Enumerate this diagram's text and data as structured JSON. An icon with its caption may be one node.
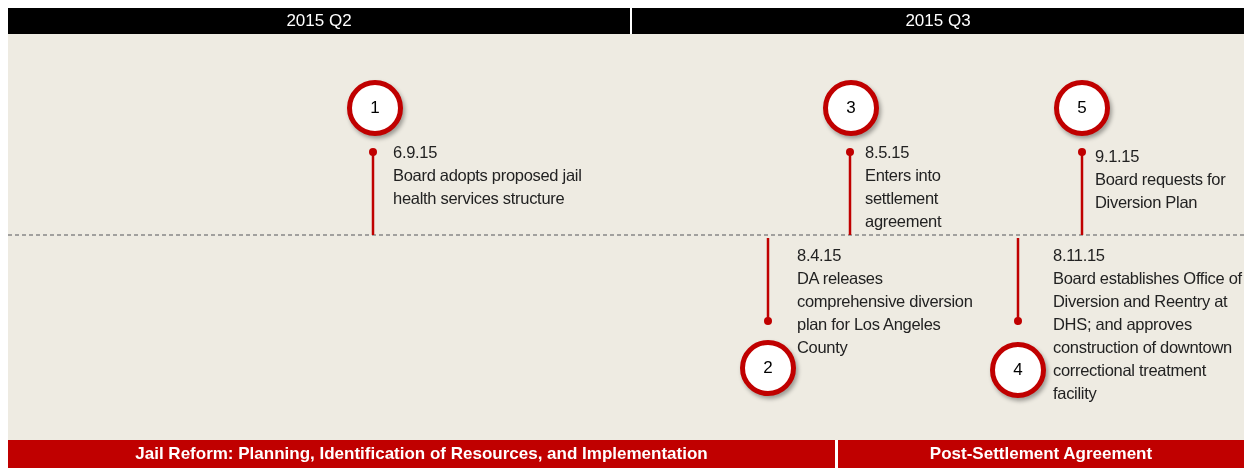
{
  "diagram": {
    "nodes": [
      {
        "text": [
          "2015 Q2"
        ]
      },
      {
        "text": [
          "2015 Q3"
        ]
      },
      {
        "text": [
          "1"
        ],
        "beside": [
          "6.9.15",
          "Board adopts proposed jail health services structure"
        ]
      },
      {
        "text": [
          "3"
        ],
        "beside": [
          "8.5.15",
          "Enters into settlement agreement"
        ]
      },
      {
        "text": [
          "5"
        ],
        "beside": [
          "9.1.15",
          "Board requests for Diversion Plan"
        ]
      },
      {
        "text": [
          "2"
        ],
        "beside": [
          "8.4.15",
          "DA releases comprehensive diversion plan for Los Angeles County"
        ]
      },
      {
        "text": [
          "4"
        ],
        "beside": [
          "8.11.15",
          "Board establishes Office of Diversion and Reentry at DHS; and approves construction of downtown correctional treatment facility"
        ]
      },
      {
        "text": [
          "Jail Reform: Planning, Identification of Resources, and Implementation"
        ]
      },
      {
        "text": [
          "Post-Settlement Agreement"
        ]
      }
    ]
  }
}
